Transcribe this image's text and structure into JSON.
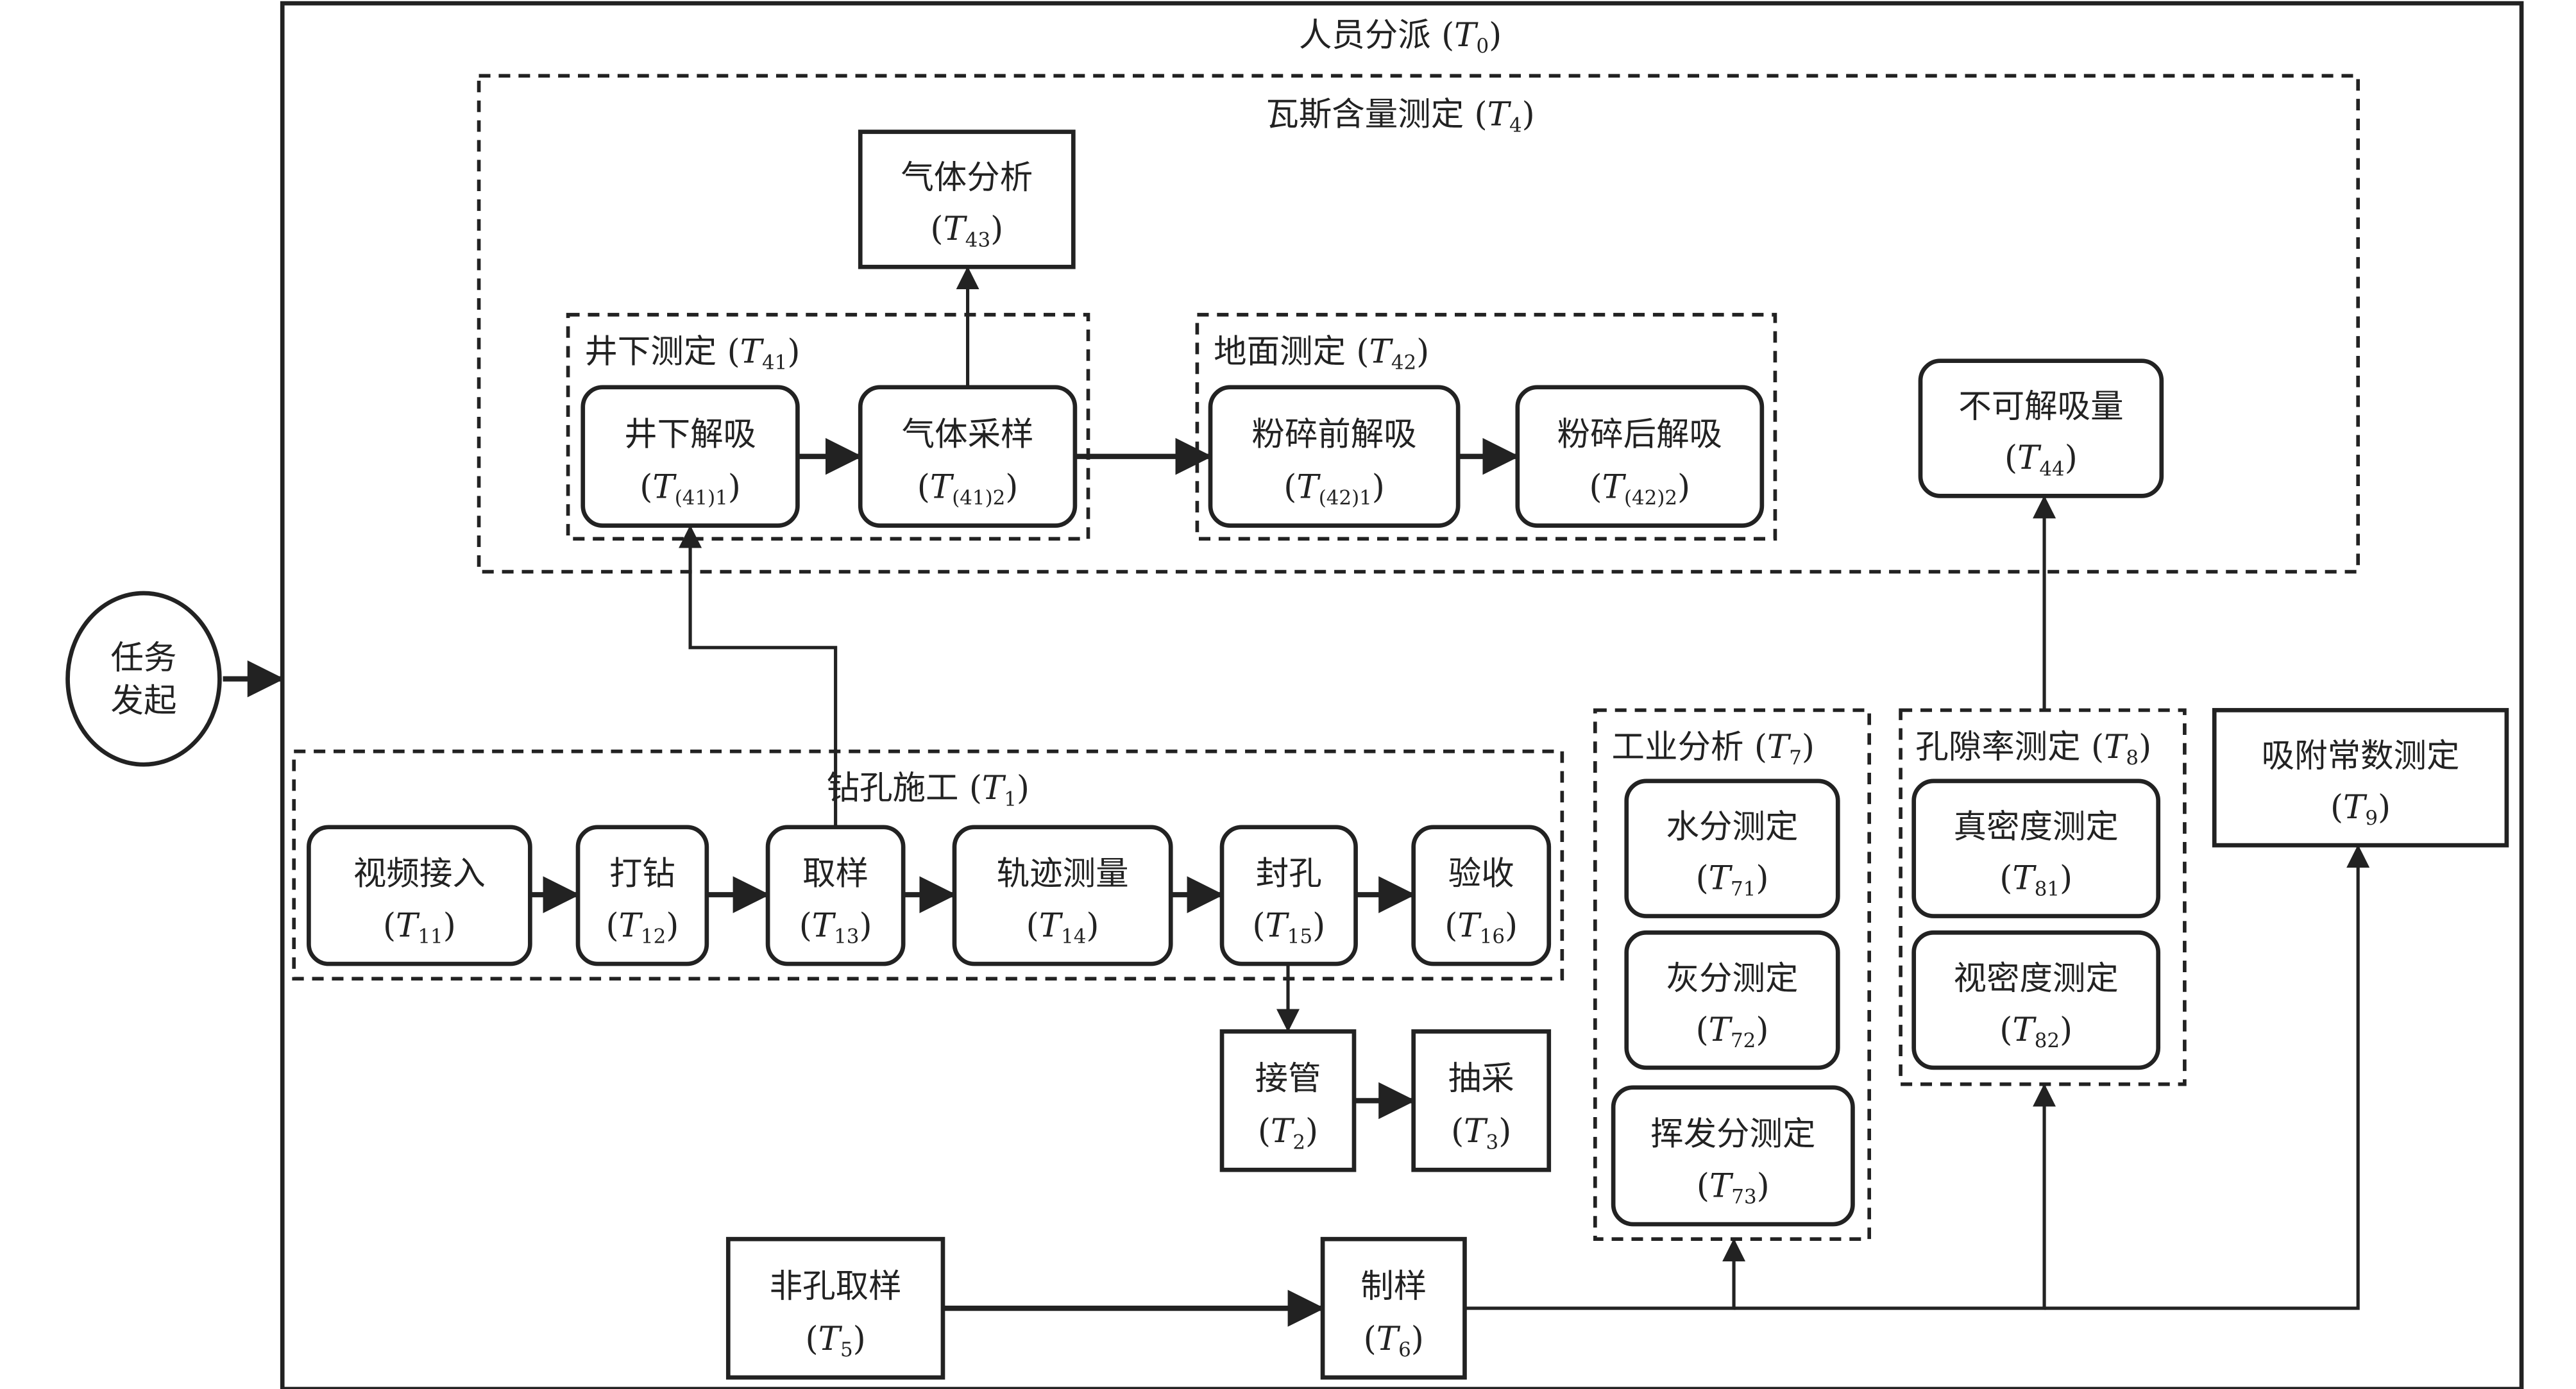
{
  "colors": {
    "stroke": "#222222",
    "background": "#ffffff"
  },
  "start": {
    "id": "start",
    "label_lines": [
      "任务",
      "发起"
    ]
  },
  "groups": [
    {
      "id": "T0",
      "label": "人员分派",
      "code": "T",
      "sub": "0",
      "style": "outer"
    },
    {
      "id": "T4",
      "label": "瓦斯含量测定",
      "code": "T",
      "sub": "4",
      "style": "dashed"
    },
    {
      "id": "T41",
      "label": "井下测定",
      "code": "T",
      "sub": "41",
      "style": "dashed"
    },
    {
      "id": "T42",
      "label": "地面测定",
      "code": "T",
      "sub": "42",
      "style": "dashed"
    },
    {
      "id": "T1",
      "label": "钻孔施工",
      "code": "T",
      "sub": "1",
      "style": "dashed"
    },
    {
      "id": "T7",
      "label": "工业分析",
      "code": "T",
      "sub": "7",
      "style": "dashed"
    },
    {
      "id": "T8",
      "label": "孔隙率测定",
      "code": "T",
      "sub": "8",
      "style": "dashed"
    }
  ],
  "nodes": [
    {
      "id": "T43",
      "label": "气体分析",
      "code": "T",
      "sub": "43",
      "shape": "rect"
    },
    {
      "id": "T411",
      "label": "井下解吸",
      "code": "T",
      "sub": "(41)1",
      "shape": "round"
    },
    {
      "id": "T412",
      "label": "气体采样",
      "code": "T",
      "sub": "(41)2",
      "shape": "round"
    },
    {
      "id": "T421",
      "label": "粉碎前解吸",
      "code": "T",
      "sub": "(42)1",
      "shape": "round"
    },
    {
      "id": "T422",
      "label": "粉碎后解吸",
      "code": "T",
      "sub": "(42)2",
      "shape": "round"
    },
    {
      "id": "T44",
      "label": "不可解吸量",
      "code": "T",
      "sub": "44",
      "shape": "round"
    },
    {
      "id": "T11",
      "label": "视频接入",
      "code": "T",
      "sub": "11",
      "shape": "round"
    },
    {
      "id": "T12",
      "label": "打钻",
      "code": "T",
      "sub": "12",
      "shape": "round"
    },
    {
      "id": "T13",
      "label": "取样",
      "code": "T",
      "sub": "13",
      "shape": "round"
    },
    {
      "id": "T14",
      "label": "轨迹测量",
      "code": "T",
      "sub": "14",
      "shape": "round"
    },
    {
      "id": "T15",
      "label": "封孔",
      "code": "T",
      "sub": "15",
      "shape": "round"
    },
    {
      "id": "T16",
      "label": "验收",
      "code": "T",
      "sub": "16",
      "shape": "round"
    },
    {
      "id": "T2",
      "label": "接管",
      "code": "T",
      "sub": "2",
      "shape": "rect"
    },
    {
      "id": "T3",
      "label": "抽采",
      "code": "T",
      "sub": "3",
      "shape": "rect"
    },
    {
      "id": "T71",
      "label": "水分测定",
      "code": "T",
      "sub": "71",
      "shape": "round"
    },
    {
      "id": "T72",
      "label": "灰分测定",
      "code": "T",
      "sub": "72",
      "shape": "round"
    },
    {
      "id": "T73",
      "label": "挥发分测定",
      "code": "T",
      "sub": "73",
      "shape": "round"
    },
    {
      "id": "T81",
      "label": "真密度测定",
      "code": "T",
      "sub": "81",
      "shape": "round"
    },
    {
      "id": "T82",
      "label": "视密度测定",
      "code": "T",
      "sub": "82",
      "shape": "round"
    },
    {
      "id": "T9",
      "label": "吸附常数测定",
      "code": "T",
      "sub": "9",
      "shape": "rect"
    },
    {
      "id": "T5",
      "label": "非孔取样",
      "code": "T",
      "sub": "5",
      "shape": "rect"
    },
    {
      "id": "T6",
      "label": "制样",
      "code": "T",
      "sub": "6",
      "shape": "rect"
    }
  ],
  "edges": [
    {
      "from": "start",
      "to": "T0"
    },
    {
      "from": "T411",
      "to": "T412"
    },
    {
      "from": "T412",
      "to": "T43"
    },
    {
      "from": "T412",
      "to": "T421"
    },
    {
      "from": "T421",
      "to": "T422"
    },
    {
      "from": "T13",
      "to": "T411"
    },
    {
      "from": "T11",
      "to": "T12"
    },
    {
      "from": "T12",
      "to": "T13"
    },
    {
      "from": "T13",
      "to": "T14"
    },
    {
      "from": "T14",
      "to": "T15"
    },
    {
      "from": "T15",
      "to": "T16"
    },
    {
      "from": "T15",
      "to": "T2"
    },
    {
      "from": "T2",
      "to": "T3"
    },
    {
      "from": "T5",
      "to": "T6"
    },
    {
      "from": "T6",
      "to": "T7"
    },
    {
      "from": "T6",
      "to": "T8"
    },
    {
      "from": "T6",
      "to": "T9"
    },
    {
      "from": "T8",
      "to": "T44"
    }
  ]
}
